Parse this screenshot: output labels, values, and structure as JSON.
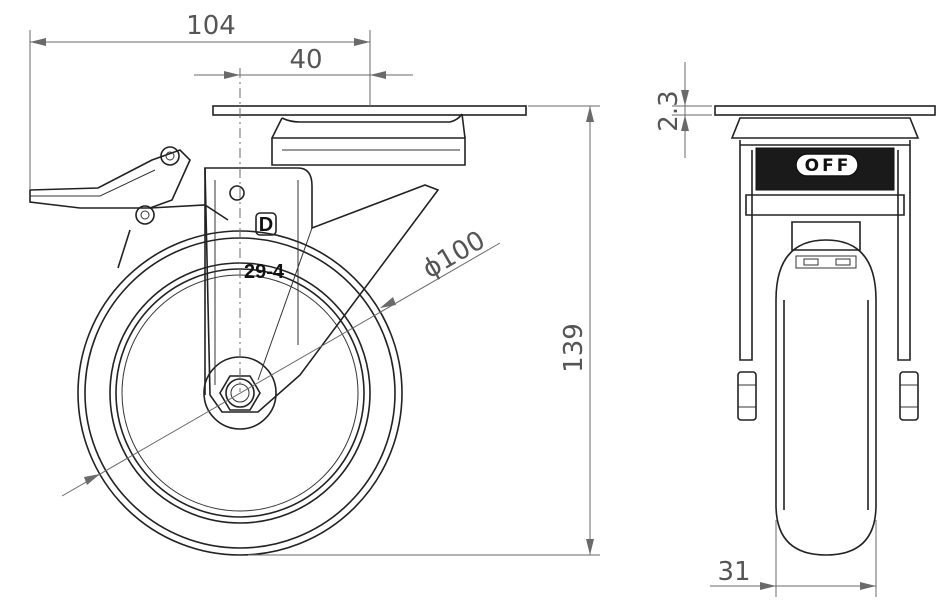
{
  "drawing": {
    "dimensions": {
      "overall_width": "104",
      "offset": "40",
      "wheel_diameter": "ϕ100",
      "height": "139",
      "plate_thickness": "2.3",
      "wheel_width": "31"
    },
    "marks": {
      "model_code": "29-4",
      "brand_logo": "D",
      "brake_label": "OFF"
    }
  }
}
